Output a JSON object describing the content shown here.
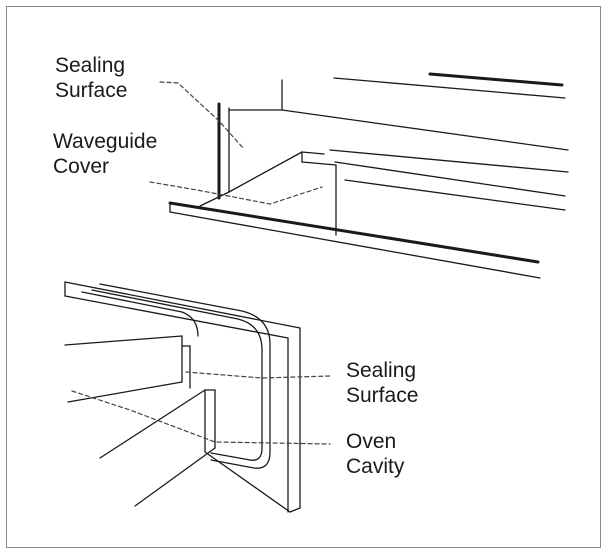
{
  "labels": {
    "top_sealing_1": "Sealing",
    "top_sealing_2": "Surface",
    "waveguide_1": "Waveguide",
    "waveguide_2": "Cover",
    "bottom_sealing_1": "Sealing",
    "bottom_sealing_2": "Surface",
    "oven_1": "Oven",
    "oven_2": "Cavity"
  },
  "colors": {
    "line": "#1a1a1a",
    "thin_line": "#444444",
    "frame": "#8a8a8a"
  }
}
